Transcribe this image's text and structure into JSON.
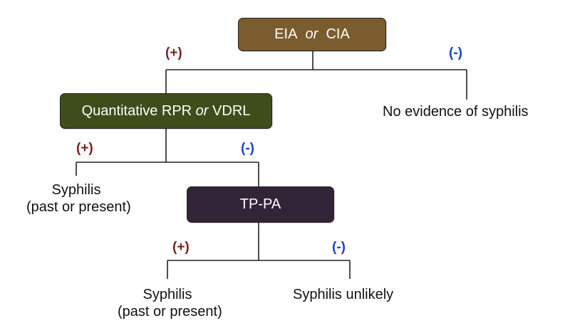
{
  "colors": {
    "positive": "#7b1f1f",
    "negative": "#1f3fd0",
    "line": "#222222",
    "box_eia": "#7a5c2e",
    "box_rpr": "#3f4d1b",
    "box_tppa": "#322437"
  },
  "nodes": {
    "eia": {
      "a": "EIA",
      "or": "or",
      "b": "CIA"
    },
    "rpr": {
      "a": "Quantitative RPR",
      "or": "or",
      "b": "VDRL"
    },
    "tppa": {
      "label": "TP-PA"
    }
  },
  "leaves": {
    "no_evidence": "No evidence of syphilis",
    "syphilis_1": {
      "line1": "Syphilis",
      "line2": "(past or present)"
    },
    "syphilis_2": {
      "line1": "Syphilis",
      "line2": "(past or present)"
    },
    "unlikely": "Syphilis unlikely"
  },
  "signs": {
    "eia_pos": "(+)",
    "eia_neg": "(-)",
    "rpr_pos": "(+)",
    "rpr_neg": "(-)",
    "tppa_pos": "(+)",
    "tppa_neg": "(-)"
  }
}
